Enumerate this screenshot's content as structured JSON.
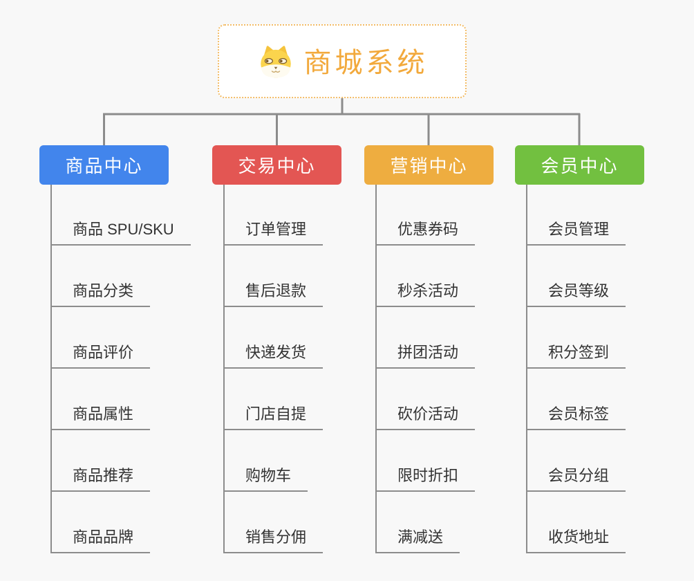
{
  "root": {
    "label": "商城系统",
    "icon": "dog-face-icon"
  },
  "branches": [
    {
      "label": "商品中心",
      "color": "#4285EC",
      "children": [
        "商品 SPU/SKU",
        "商品分类",
        "商品评价",
        "商品属性",
        "商品推荐",
        "商品品牌"
      ]
    },
    {
      "label": "交易中心",
      "color": "#E35653",
      "children": [
        "订单管理",
        "售后退款",
        "快递发货",
        "门店自提",
        "购物车",
        "销售分佣"
      ]
    },
    {
      "label": "营销中心",
      "color": "#EEAD40",
      "children": [
        "优惠券码",
        "秒杀活动",
        "拼团活动",
        "砍价活动",
        "限时折扣",
        "满减送"
      ]
    },
    {
      "label": "会员中心",
      "color": "#72C040",
      "children": [
        "会员管理",
        "会员等级",
        "积分签到",
        "会员标签",
        "会员分组",
        "收货地址"
      ]
    }
  ],
  "colors": {
    "background": "#F8F8F8",
    "line": "#8C8C8C",
    "item_text": "#333333",
    "branch_text": "#FFFFFF",
    "root_text": "#F2A93C",
    "root_border": "#F3BC66",
    "root_bg": "#FFFFFF"
  }
}
